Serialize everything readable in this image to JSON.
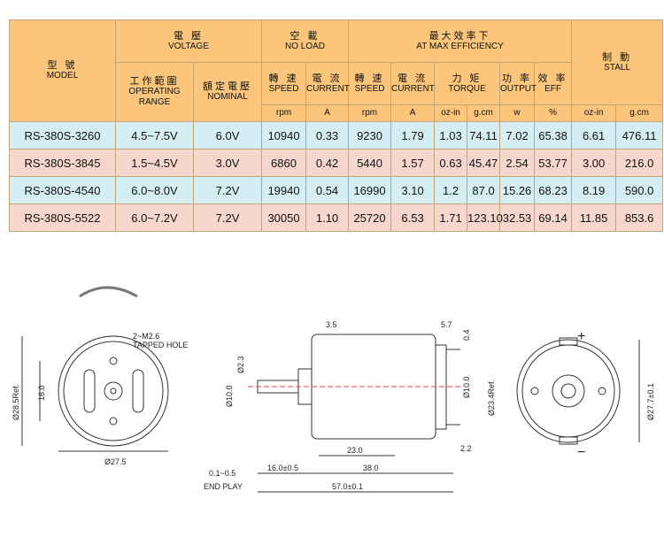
{
  "header": {
    "model": {
      "zh": "型 號",
      "en": "MODEL"
    },
    "voltage": {
      "zh": "電 壓",
      "en": "VOLTAGE"
    },
    "no_load": {
      "zh": "空 載",
      "en": "NO LOAD"
    },
    "max_eff": {
      "zh": "最大效率下",
      "en": "AT MAX EFFICIENCY"
    },
    "stall": {
      "zh": "制 動",
      "en": "STALL"
    },
    "operating": {
      "zh": "工作範圍",
      "en": "OPERATING RANGE"
    },
    "nominal": {
      "zh": "額定電壓",
      "en": "NOMINAL"
    },
    "speed": {
      "zh": "轉 速",
      "en": "SPEED"
    },
    "current": {
      "zh": "電 流",
      "en": "CURRENT"
    },
    "torque": {
      "zh": "力 矩",
      "en": "TORQUE"
    },
    "output": {
      "zh": "功 率",
      "en": "OUTPUT"
    },
    "eff": {
      "zh": "效 率",
      "en": "EFF"
    },
    "units": [
      "rpm",
      "A",
      "rpm",
      "A",
      "oz-in",
      "g.cm",
      "w",
      "%",
      "oz-in",
      "g.cm"
    ]
  },
  "rows": [
    [
      "RS-380S-3260",
      "4.5~7.5V",
      "6.0V",
      "10940",
      "0.33",
      "9230",
      "1.79",
      "1.03",
      "74.11",
      "7.02",
      "65.38",
      "6.61",
      "476.11"
    ],
    [
      "RS-380S-3845",
      "1.5~4.5V",
      "3.0V",
      "6860",
      "0.42",
      "5440",
      "1.57",
      "0.63",
      "45.47",
      "2.54",
      "53.77",
      "3.00",
      "216.0"
    ],
    [
      "RS-380S-4540",
      "6.0~8.0V",
      "7.2V",
      "19940",
      "0.54",
      "16990",
      "3.10",
      "1.2",
      "87.0",
      "15.26",
      "68.23",
      "8.19",
      "590.0"
    ],
    [
      "RS-380S-5522",
      "6.0~7.2V",
      "7.2V",
      "30050",
      "1.10",
      "25720",
      "6.53",
      "1.71",
      "123.10",
      "32.53",
      "69.14",
      "11.85",
      "853.6"
    ]
  ],
  "drawing": {
    "front": {
      "hole_note_1": "2~M2.6",
      "hole_note_2": "TAPPED HOLE",
      "dia_ref": "Ø28.5Ref.",
      "spacing": "16.0",
      "dia": "Ø27.5"
    },
    "side": {
      "d1": "3.5",
      "d2": "5.7",
      "d3": "0.4",
      "d4": "Ø2.3",
      "d5": "Ø10.0",
      "d6": "Ø10.0",
      "d7": "Ø23.4Ref.",
      "d8": "23.0",
      "d9": "2.2",
      "d10": "0.1~0.5",
      "d11": "16.0±0.5",
      "d12": "38.0",
      "d13": "57.0±0.1",
      "end_play": "END PLAY"
    },
    "rear": {
      "plus": "+",
      "minus": "−",
      "dia": "Ø27.7±0.1"
    }
  }
}
